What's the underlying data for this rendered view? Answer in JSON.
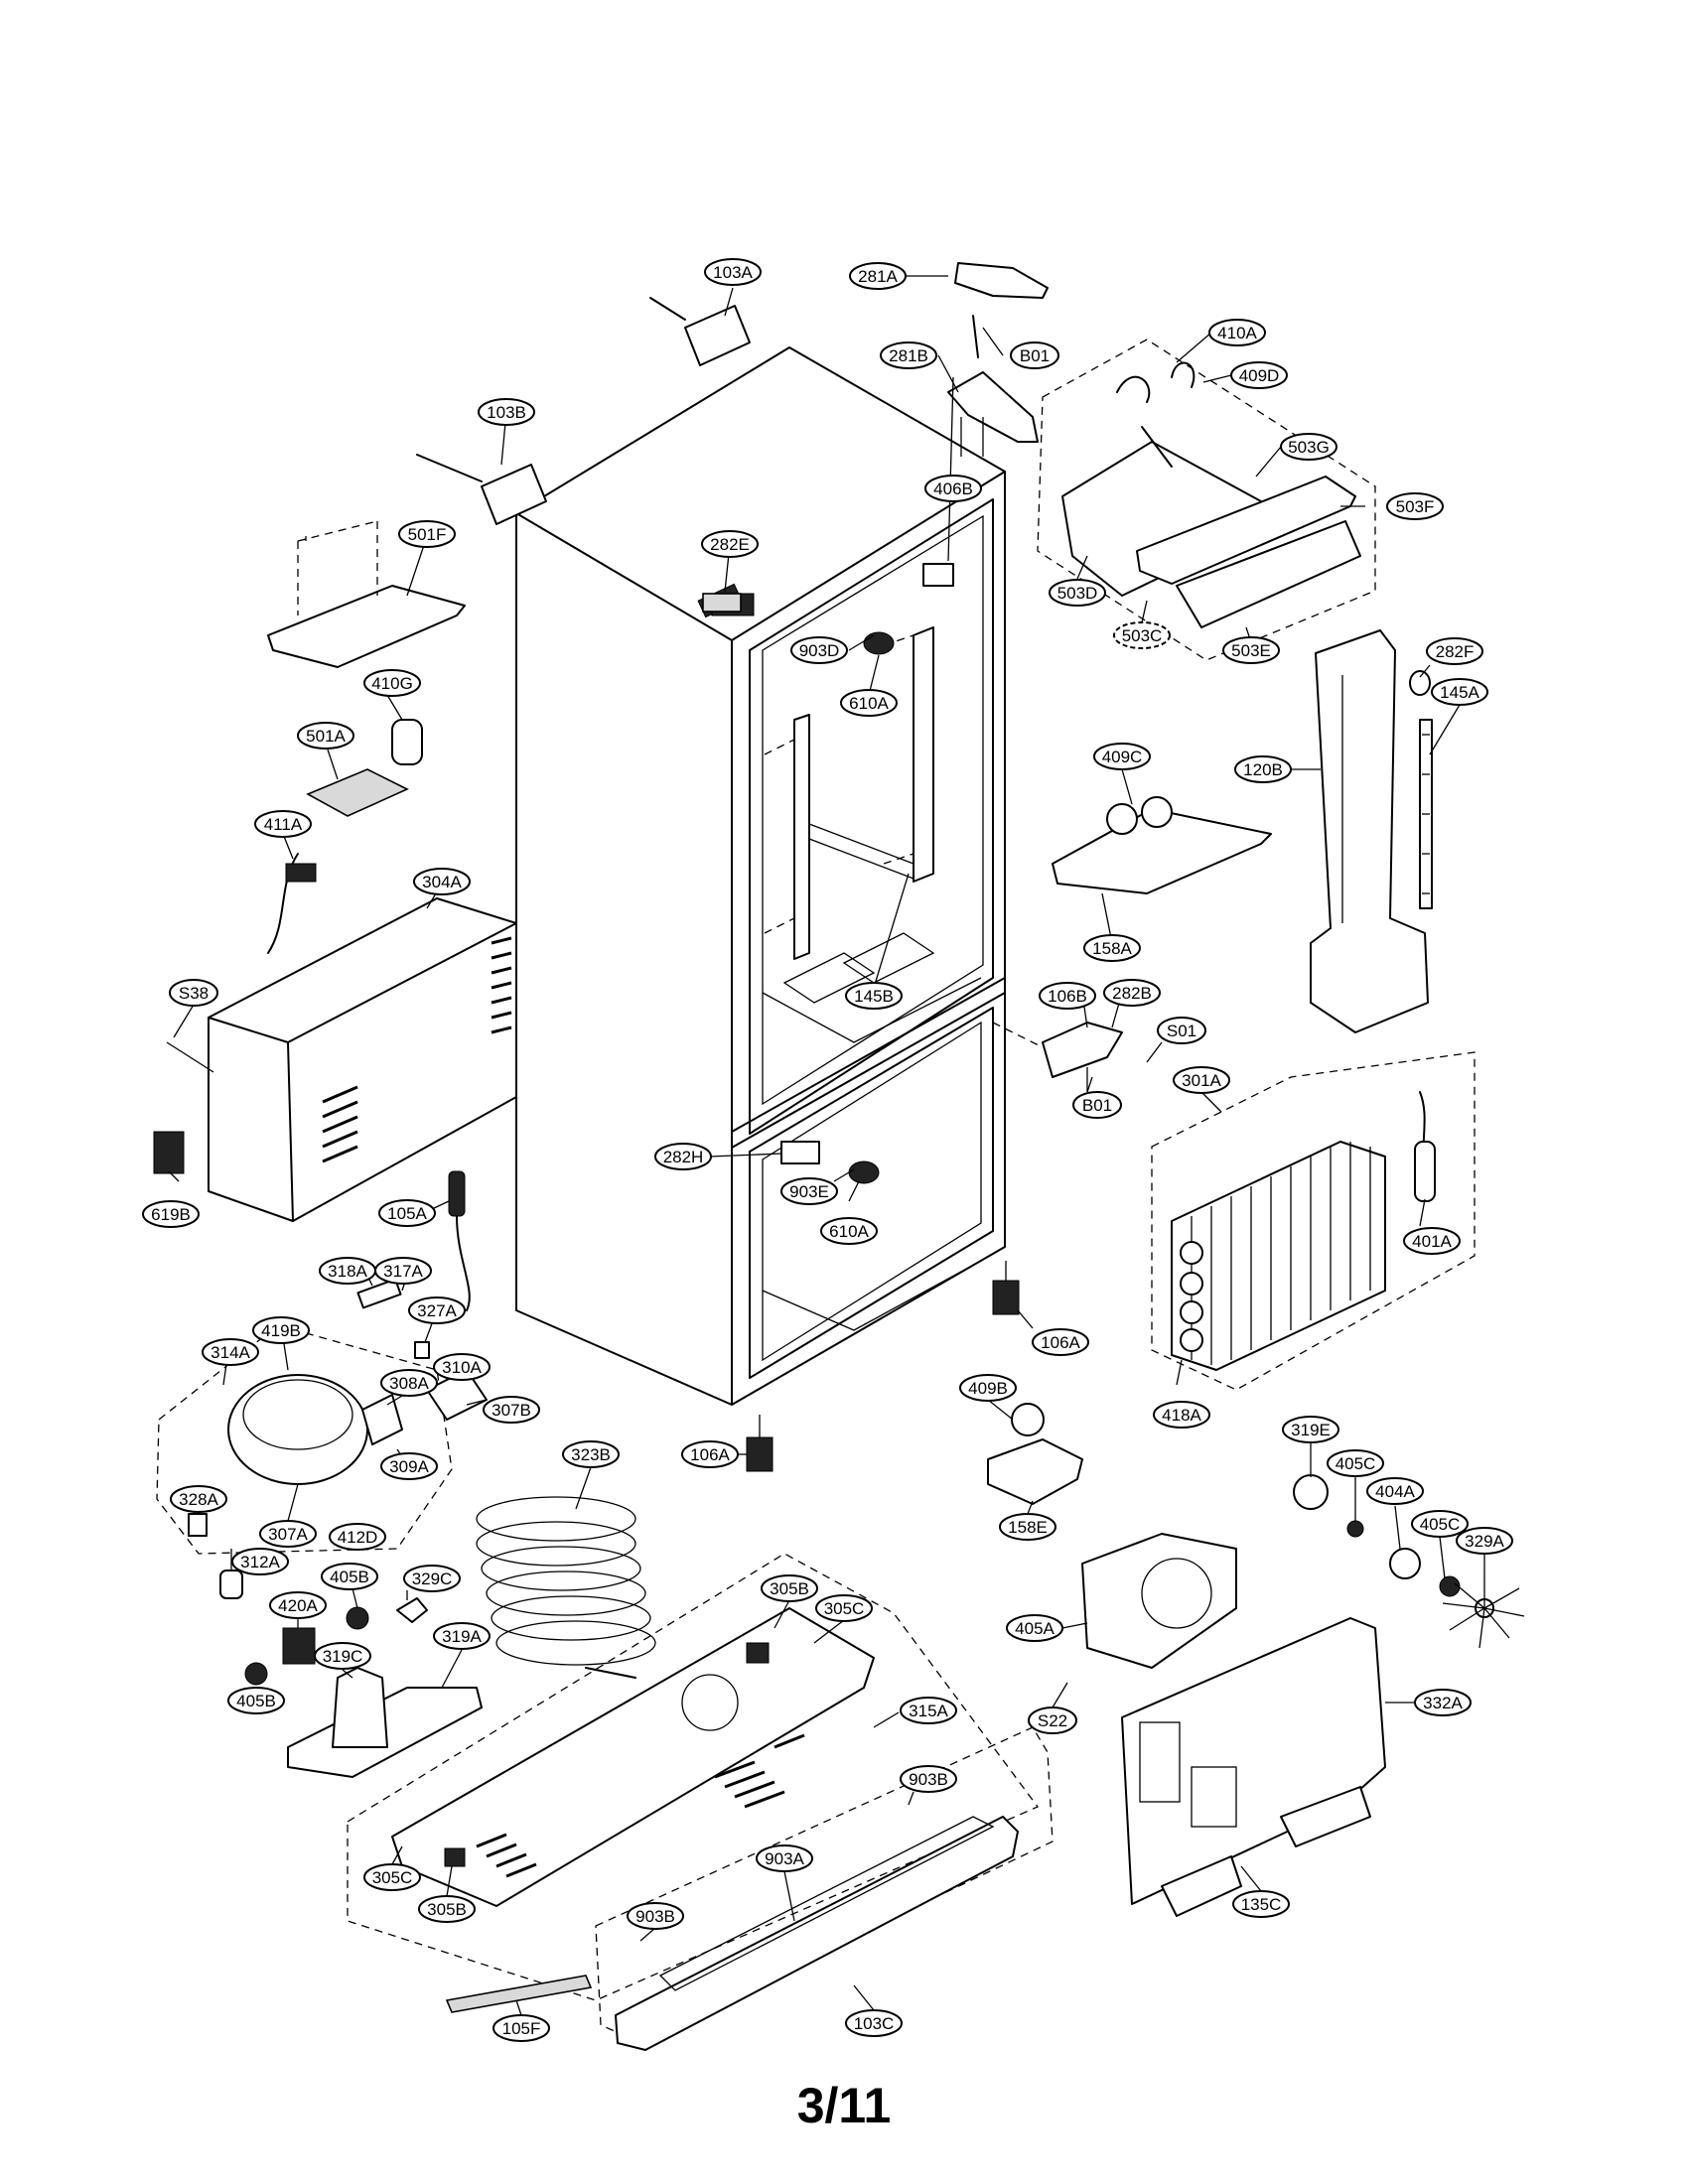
{
  "page_number": "3/11",
  "labels": [
    {
      "id": "103A"
    },
    {
      "id": "281A"
    },
    {
      "id": "B01-top"
    },
    {
      "id": "281B"
    },
    {
      "id": "410A"
    },
    {
      "id": "409D"
    },
    {
      "id": "103B"
    },
    {
      "id": "503G"
    },
    {
      "id": "406B"
    },
    {
      "id": "503F"
    },
    {
      "id": "501F"
    },
    {
      "id": "282E"
    },
    {
      "id": "503D"
    },
    {
      "id": "503C"
    },
    {
      "id": "503E"
    },
    {
      "id": "903D"
    },
    {
      "id": "282F"
    },
    {
      "id": "410G"
    },
    {
      "id": "610A-top"
    },
    {
      "id": "145A"
    },
    {
      "id": "501A"
    },
    {
      "id": "409C"
    },
    {
      "id": "120B"
    },
    {
      "id": "411A"
    },
    {
      "id": "304A"
    },
    {
      "id": "158A"
    },
    {
      "id": "S38"
    },
    {
      "id": "145B"
    },
    {
      "id": "106B"
    },
    {
      "id": "282B"
    },
    {
      "id": "S01"
    },
    {
      "id": "301A"
    },
    {
      "id": "B01-mid"
    },
    {
      "id": "282H"
    },
    {
      "id": "903E"
    },
    {
      "id": "105A"
    },
    {
      "id": "619B"
    },
    {
      "id": "610A-bot"
    },
    {
      "id": "401A"
    },
    {
      "id": "318A"
    },
    {
      "id": "317A"
    },
    {
      "id": "327A"
    },
    {
      "id": "106A-right"
    },
    {
      "id": "419B"
    },
    {
      "id": "314A"
    },
    {
      "id": "310A"
    },
    {
      "id": "409B"
    },
    {
      "id": "418A"
    },
    {
      "id": "308A"
    },
    {
      "id": "307B"
    },
    {
      "id": "323B"
    },
    {
      "id": "319E"
    },
    {
      "id": "106A-left"
    },
    {
      "id": "309A"
    },
    {
      "id": "405C-top"
    },
    {
      "id": "328A"
    },
    {
      "id": "404A"
    },
    {
      "id": "158E"
    },
    {
      "id": "307A"
    },
    {
      "id": "412D"
    },
    {
      "id": "405C-right"
    },
    {
      "id": "329A"
    },
    {
      "id": "312A"
    },
    {
      "id": "405B-top"
    },
    {
      "id": "329C"
    },
    {
      "id": "305B-top"
    },
    {
      "id": "420A"
    },
    {
      "id": "405A"
    },
    {
      "id": "305C-top"
    },
    {
      "id": "319A"
    },
    {
      "id": "319C"
    },
    {
      "id": "405B-left"
    },
    {
      "id": "315A"
    },
    {
      "id": "S22"
    },
    {
      "id": "332A"
    },
    {
      "id": "903B-top"
    },
    {
      "id": "903A"
    },
    {
      "id": "135C"
    },
    {
      "id": "305C-bot"
    },
    {
      "id": "305B-bot"
    },
    {
      "id": "903B-bot"
    },
    {
      "id": "105F"
    },
    {
      "id": "103C"
    }
  ],
  "label_text": {
    "103A": "103A",
    "281A": "281A",
    "B01-top": "B01",
    "281B": "281B",
    "410A": "410A",
    "409D": "409D",
    "103B": "103B",
    "503G": "503G",
    "406B": "406B",
    "503F": "503F",
    "501F": "501F",
    "282E": "282E",
    "503D": "503D",
    "503C": "503C",
    "503E": "503E",
    "903D": "903D",
    "282F": "282F",
    "410G": "410G",
    "610A-top": "610A",
    "145A": "145A",
    "501A": "501A",
    "409C": "409C",
    "120B": "120B",
    "411A": "411A",
    "304A": "304A",
    "158A": "158A",
    "S38": "S38",
    "145B": "145B",
    "106B": "106B",
    "282B": "282B",
    "S01": "S01",
    "301A": "301A",
    "B01-mid": "B01",
    "282H": "282H",
    "903E": "903E",
    "105A": "105A",
    "619B": "619B",
    "610A-bot": "610A",
    "401A": "401A",
    "318A": "318A",
    "317A": "317A",
    "327A": "327A",
    "106A-right": "106A",
    "419B": "419B",
    "314A": "314A",
    "310A": "310A",
    "409B": "409B",
    "418A": "418A",
    "308A": "308A",
    "307B": "307B",
    "323B": "323B",
    "319E": "319E",
    "106A-left": "106A",
    "309A": "309A",
    "405C-top": "405C",
    "328A": "328A",
    "404A": "404A",
    "158E": "158E",
    "307A": "307A",
    "412D": "412D",
    "405C-right": "405C",
    "329A": "329A",
    "312A": "312A",
    "405B-top": "405B",
    "329C": "329C",
    "305B-top": "305B",
    "420A": "420A",
    "405A": "405A",
    "305C-top": "305C",
    "319A": "319A",
    "319C": "319C",
    "405B-left": "405B",
    "315A": "315A",
    "S22": "S22",
    "332A": "332A",
    "903B-top": "903B",
    "903A": "903A",
    "135C": "135C",
    "305C-bot": "305C",
    "305B-bot": "305B",
    "903B-bot": "903B",
    "105F": "105F",
    "103C": "103C"
  }
}
